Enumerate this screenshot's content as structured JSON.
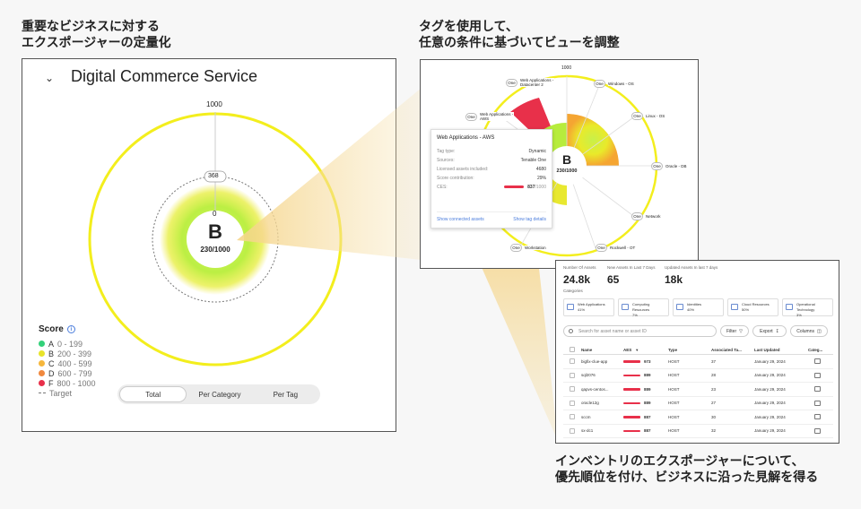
{
  "captions": {
    "top_left": [
      "重要なビジネスに対する",
      "エクスポージャーの定量化"
    ],
    "top_mid": [
      "タグを使用して、",
      "任意の条件に基づいてビューを調整"
    ],
    "bottom_right": [
      "インベントリのエクスポージャーについて、",
      "優先順位を付け、ビジネスに沿った見解を得る"
    ]
  },
  "left_panel": {
    "title": "Digital Commerce Service",
    "scale_max": "1000",
    "target_value": "368",
    "scale_min": "0",
    "grade": "B",
    "score": "230/1000",
    "score_title": "Score",
    "legend": [
      {
        "grade": "A",
        "range": "0 - 199",
        "color": "#33d17a"
      },
      {
        "grade": "B",
        "range": "200 - 399",
        "color": "#e8e32a"
      },
      {
        "grade": "C",
        "range": "400 - 599",
        "color": "#f6b73c"
      },
      {
        "grade": "D",
        "range": "600 - 799",
        "color": "#f0883e"
      },
      {
        "grade": "F",
        "range": "800 - 1000",
        "color": "#e8304a"
      }
    ],
    "target_label": "Target",
    "tabs": [
      "Total",
      "Per Category",
      "Per Tag"
    ],
    "active_tab": "Total"
  },
  "mid_panel": {
    "scale_max": "1000",
    "grade": "B",
    "score": "230/1000",
    "nodes": [
      {
        "one": "One",
        "label": "Web Applications - Datacenter 2"
      },
      {
        "one": "One",
        "label": "Windows - OS"
      },
      {
        "one": "One",
        "label": "Web Applications - AWS"
      },
      {
        "one": "One",
        "label": "Linux - OS"
      },
      {
        "one": "One",
        "label": "Oracle - DB"
      },
      {
        "one": "One",
        "label": "Network"
      },
      {
        "one": "One",
        "label": "Rockwell - OT"
      },
      {
        "one": "One",
        "label": "Workstation"
      }
    ],
    "tooltip": {
      "title": "Web Applications - AWS",
      "rows": [
        {
          "k": "Tag type:",
          "v": "Dynamic"
        },
        {
          "k": "Sources:",
          "v": "Tenable One"
        },
        {
          "k": "Licensed assets included:",
          "v": "4680"
        },
        {
          "k": "Score contribution:",
          "v": "29%"
        }
      ],
      "ces_label": "CES:",
      "ces_value": "837",
      "ces_max": "/1000",
      "link_assets": "Show connected assets",
      "link_details": "Show tag details"
    }
  },
  "right_panel": {
    "stats": [
      {
        "label": "Number Of Assets",
        "value": "24.8k"
      },
      {
        "label": "New Assets In Last 7 Days",
        "value": "65"
      },
      {
        "label": "Updated Assets In last 7 days",
        "value": "18k"
      }
    ],
    "categories_label": "Categories",
    "categories": [
      {
        "name": "Web Applications",
        "pct": "41%"
      },
      {
        "name": "Computing Resources",
        "pct": "7%"
      },
      {
        "name": "Identities",
        "pct": "40%"
      },
      {
        "name": "Cloud Resources",
        "pct": "50%"
      },
      {
        "name": "Operational Technology",
        "pct": "3%"
      }
    ],
    "search_placeholder": "Search for asset name or asset ID",
    "filter_label": "Filter",
    "export_label": "Export",
    "columns_label": "Columns",
    "headers": {
      "name": "Name",
      "aes": "AES",
      "type": "Type",
      "assoc": "Associated Ta...",
      "updated": "Last Updated",
      "cat": "Categ..."
    },
    "rows": [
      {
        "name": "bigfix-clue-app",
        "aes": "973",
        "type": "HOST",
        "assoc": "37",
        "updated": "January 29, 2024"
      },
      {
        "name": "sql2076",
        "aes": "889",
        "type": "HOST",
        "assoc": "28",
        "updated": "January 29, 2024"
      },
      {
        "name": "qapvs-centos...",
        "aes": "889",
        "type": "HOST",
        "assoc": "23",
        "updated": "January 29, 2024"
      },
      {
        "name": "oracle12g",
        "aes": "889",
        "type": "HOST",
        "assoc": "27",
        "updated": "January 29, 2024"
      },
      {
        "name": "sccm",
        "aes": "887",
        "type": "HOST",
        "assoc": "30",
        "updated": "January 29, 2024"
      },
      {
        "name": "sx-dc1",
        "aes": "887",
        "type": "HOST",
        "assoc": "32",
        "updated": "January 29, 2024"
      }
    ]
  }
}
